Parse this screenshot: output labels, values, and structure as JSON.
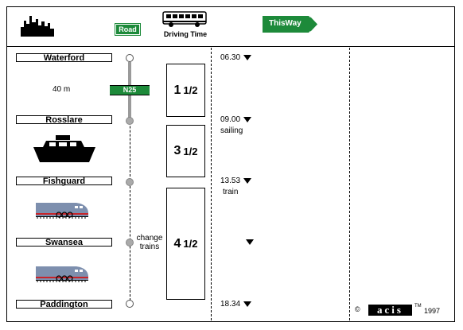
{
  "header": {
    "road_label": "Road",
    "driving_time_label": "Driving Time",
    "thisway_label": "ThisWay"
  },
  "stops": [
    {
      "name": "Waterford"
    },
    {
      "name": "Rosslare"
    },
    {
      "name": "Fishguard"
    },
    {
      "name": "Swansea"
    },
    {
      "name": "Paddington"
    }
  ],
  "segments": {
    "road_distance": "40 m",
    "road_name": "N25",
    "change_note": "change\ntrains"
  },
  "durations": [
    {
      "whole": "1",
      "frac": "1/2"
    },
    {
      "whole": "3",
      "frac": "1/2"
    },
    {
      "whole": "4",
      "frac": "1/2"
    }
  ],
  "times": [
    {
      "time": "06.30",
      "note": ""
    },
    {
      "time": "09.00",
      "note": "sailing"
    },
    {
      "time": "13.53",
      "note": "train"
    },
    {
      "time": "",
      "note": ""
    },
    {
      "time": "18.34",
      "note": ""
    }
  ],
  "footer": {
    "copyright_symbol": "©",
    "brand": "acis",
    "trademark": "TM",
    "year": "1997"
  },
  "colors": {
    "green": "#1d8a3a",
    "route_grey": "#9a9a9a",
    "train_blue": "#7d8fae"
  },
  "icons": [
    "city-skyline-icon",
    "bus-icon",
    "ferry-icon",
    "train-icon",
    "train-icon"
  ]
}
